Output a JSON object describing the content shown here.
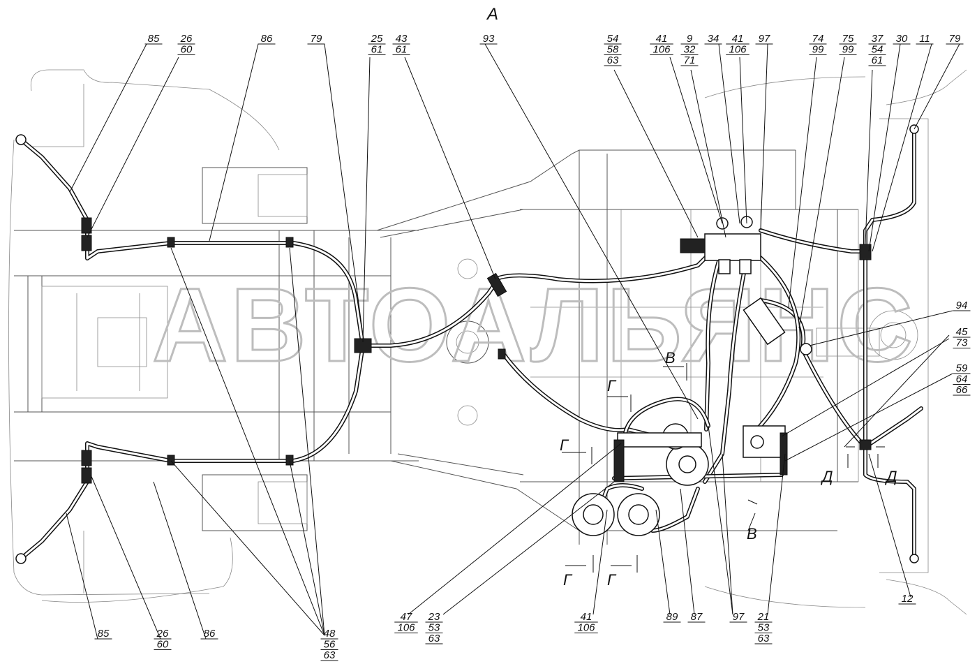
{
  "view_label": "А",
  "watermark": "АВТОАЛЬЯНС",
  "callouts": [
    {
      "id": "c85a",
      "parts": [
        "85"
      ]
    },
    {
      "id": "c26a",
      "parts": [
        "26",
        "60"
      ]
    },
    {
      "id": "c86a",
      "parts": [
        "86"
      ]
    },
    {
      "id": "c79a",
      "parts": [
        "79"
      ]
    },
    {
      "id": "c25",
      "parts": [
        "25",
        "61"
      ]
    },
    {
      "id": "c43",
      "parts": [
        "43",
        "61"
      ]
    },
    {
      "id": "c93",
      "parts": [
        "93"
      ]
    },
    {
      "id": "c54a",
      "parts": [
        "54",
        "58",
        "63"
      ]
    },
    {
      "id": "c41a",
      "parts": [
        "41",
        "106"
      ]
    },
    {
      "id": "c9",
      "parts": [
        "9",
        "32",
        "71"
      ]
    },
    {
      "id": "c34",
      "parts": [
        "34"
      ]
    },
    {
      "id": "c41b",
      "parts": [
        "41",
        "106"
      ]
    },
    {
      "id": "c97a",
      "parts": [
        "97"
      ]
    },
    {
      "id": "c74",
      "parts": [
        "74",
        "99"
      ]
    },
    {
      "id": "c75",
      "parts": [
        "75",
        "99"
      ]
    },
    {
      "id": "c37",
      "parts": [
        "37",
        "54",
        "61"
      ]
    },
    {
      "id": "c30",
      "parts": [
        "30"
      ]
    },
    {
      "id": "c11",
      "parts": [
        "11"
      ]
    },
    {
      "id": "c79b",
      "parts": [
        "79"
      ]
    },
    {
      "id": "c94",
      "parts": [
        "94"
      ]
    },
    {
      "id": "c45",
      "parts": [
        "45",
        "73"
      ]
    },
    {
      "id": "c59",
      "parts": [
        "59",
        "64",
        "66"
      ]
    },
    {
      "id": "c12",
      "parts": [
        "12"
      ]
    },
    {
      "id": "c85b",
      "parts": [
        "85"
      ]
    },
    {
      "id": "c26b",
      "parts": [
        "26",
        "60"
      ]
    },
    {
      "id": "c86b",
      "parts": [
        "86"
      ]
    },
    {
      "id": "c48",
      "parts": [
        "48",
        "56",
        "63"
      ]
    },
    {
      "id": "c47",
      "parts": [
        "47",
        "106"
      ]
    },
    {
      "id": "c23",
      "parts": [
        "23",
        "53",
        "63"
      ]
    },
    {
      "id": "c41c",
      "parts": [
        "41",
        "106"
      ]
    },
    {
      "id": "c89",
      "parts": [
        "89"
      ]
    },
    {
      "id": "c87",
      "parts": [
        "87"
      ]
    },
    {
      "id": "c97b",
      "parts": [
        "97"
      ]
    },
    {
      "id": "c21",
      "parts": [
        "21",
        "53",
        "63"
      ]
    }
  ],
  "section_marks": [
    {
      "id": "s-v1",
      "text": "В"
    },
    {
      "id": "s-v2",
      "text": "В"
    },
    {
      "id": "s-g1",
      "text": "Г"
    },
    {
      "id": "s-g2",
      "text": "Г"
    },
    {
      "id": "s-g3",
      "text": "Г"
    },
    {
      "id": "s-g4",
      "text": "Г"
    },
    {
      "id": "s-d1",
      "text": "Д"
    },
    {
      "id": "s-d2",
      "text": "Д"
    }
  ]
}
